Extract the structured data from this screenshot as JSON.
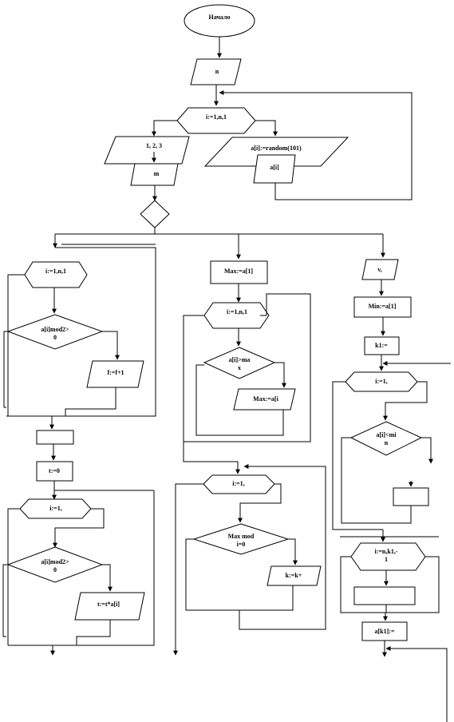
{
  "flowchart": {
    "start": "Начало",
    "input_n": "n",
    "loop_fill": "i:=1,n,1",
    "menu_options": "1, 2, 3",
    "input_m": "m",
    "assign_random": "a[i]:=random(101)",
    "output_ai": "a[i]",
    "branch1": {
      "loop": "i:=1,n,1",
      "cond": "a[i]mod2>\n0",
      "assign": "f:=f+1",
      "init": "t:=0",
      "loop2": "i:=1,",
      "cond2": "a[i]mod2>\n0",
      "assign2": "t:=t*a[i]"
    },
    "branch2": {
      "max_init": "Max:=a[1]",
      "loop": "i:=1,n,1",
      "cond": "a[i]>ma\nx",
      "assign": "Max:=a[i",
      "loop2": "i:=1,",
      "cond2": "Max mod\ni=0",
      "assign2": "k:=k+"
    },
    "branch3": {
      "input": "v,",
      "min_init": "Min:=a[1]",
      "k_init": "k1:=",
      "loop": "i:=1,",
      "cond": "a[i]<mi\nn",
      "loop2": "i:=n,k1,-\n1",
      "assign_last": "a[k1]:="
    }
  }
}
